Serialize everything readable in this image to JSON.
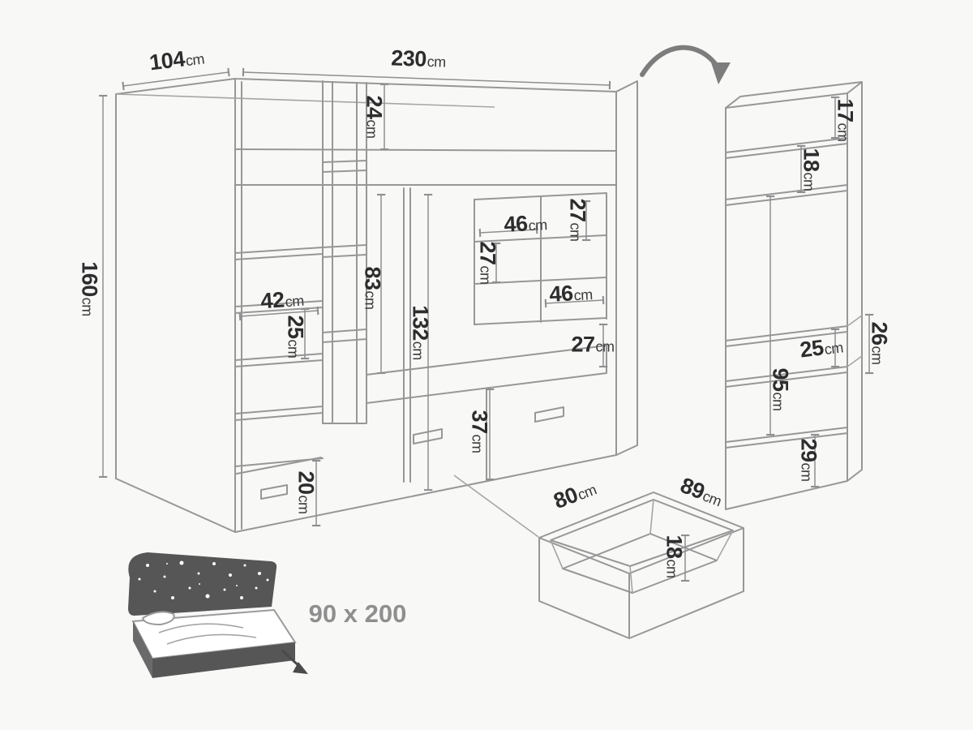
{
  "colors": {
    "background": "#f8f8f7",
    "drawing_line": "#979797",
    "dimension_line": "#8f8f8f",
    "label_text": "#2d2d2d",
    "muted_text": "#8f8f8f",
    "dark_fill": "#565656",
    "arrow": "#7d7d7d"
  },
  "icons": {
    "curved_arrow": "curved-arrow-right",
    "bed_pictogram": "fold-out-bed-with-starry-headboard"
  },
  "dims": {
    "d104": {
      "value": "104",
      "unit": "cm"
    },
    "d230": {
      "value": "230",
      "unit": "cm"
    },
    "d24": {
      "value": "24",
      "unit": "cm"
    },
    "d27a": {
      "value": "27",
      "unit": "cm"
    },
    "d46a": {
      "value": "46",
      "unit": "cm"
    },
    "d27b": {
      "value": "27",
      "unit": "cm"
    },
    "d46b": {
      "value": "46",
      "unit": "cm"
    },
    "d42": {
      "value": "42",
      "unit": "cm"
    },
    "d83": {
      "value": "83",
      "unit": "cm"
    },
    "d132": {
      "value": "132",
      "unit": "cm"
    },
    "d25": {
      "value": "25",
      "unit": "cm"
    },
    "d160": {
      "value": "160",
      "unit": "cm"
    },
    "d27c": {
      "value": "27",
      "unit": "cm"
    },
    "d37": {
      "value": "37",
      "unit": "cm"
    },
    "d20": {
      "value": "20",
      "unit": "cm"
    },
    "d17": {
      "value": "17",
      "unit": "cm"
    },
    "d18a": {
      "value": "18",
      "unit": "cm"
    },
    "d26": {
      "value": "26",
      "unit": "cm"
    },
    "d25b": {
      "value": "25",
      "unit": "cm"
    },
    "d95": {
      "value": "95",
      "unit": "cm"
    },
    "d29": {
      "value": "29",
      "unit": "cm"
    },
    "d80": {
      "value": "80",
      "unit": "cm"
    },
    "d89": {
      "value": "89",
      "unit": "cm"
    },
    "d18b": {
      "value": "18",
      "unit": "cm"
    }
  },
  "bed_size": {
    "value": "90 x 200"
  }
}
